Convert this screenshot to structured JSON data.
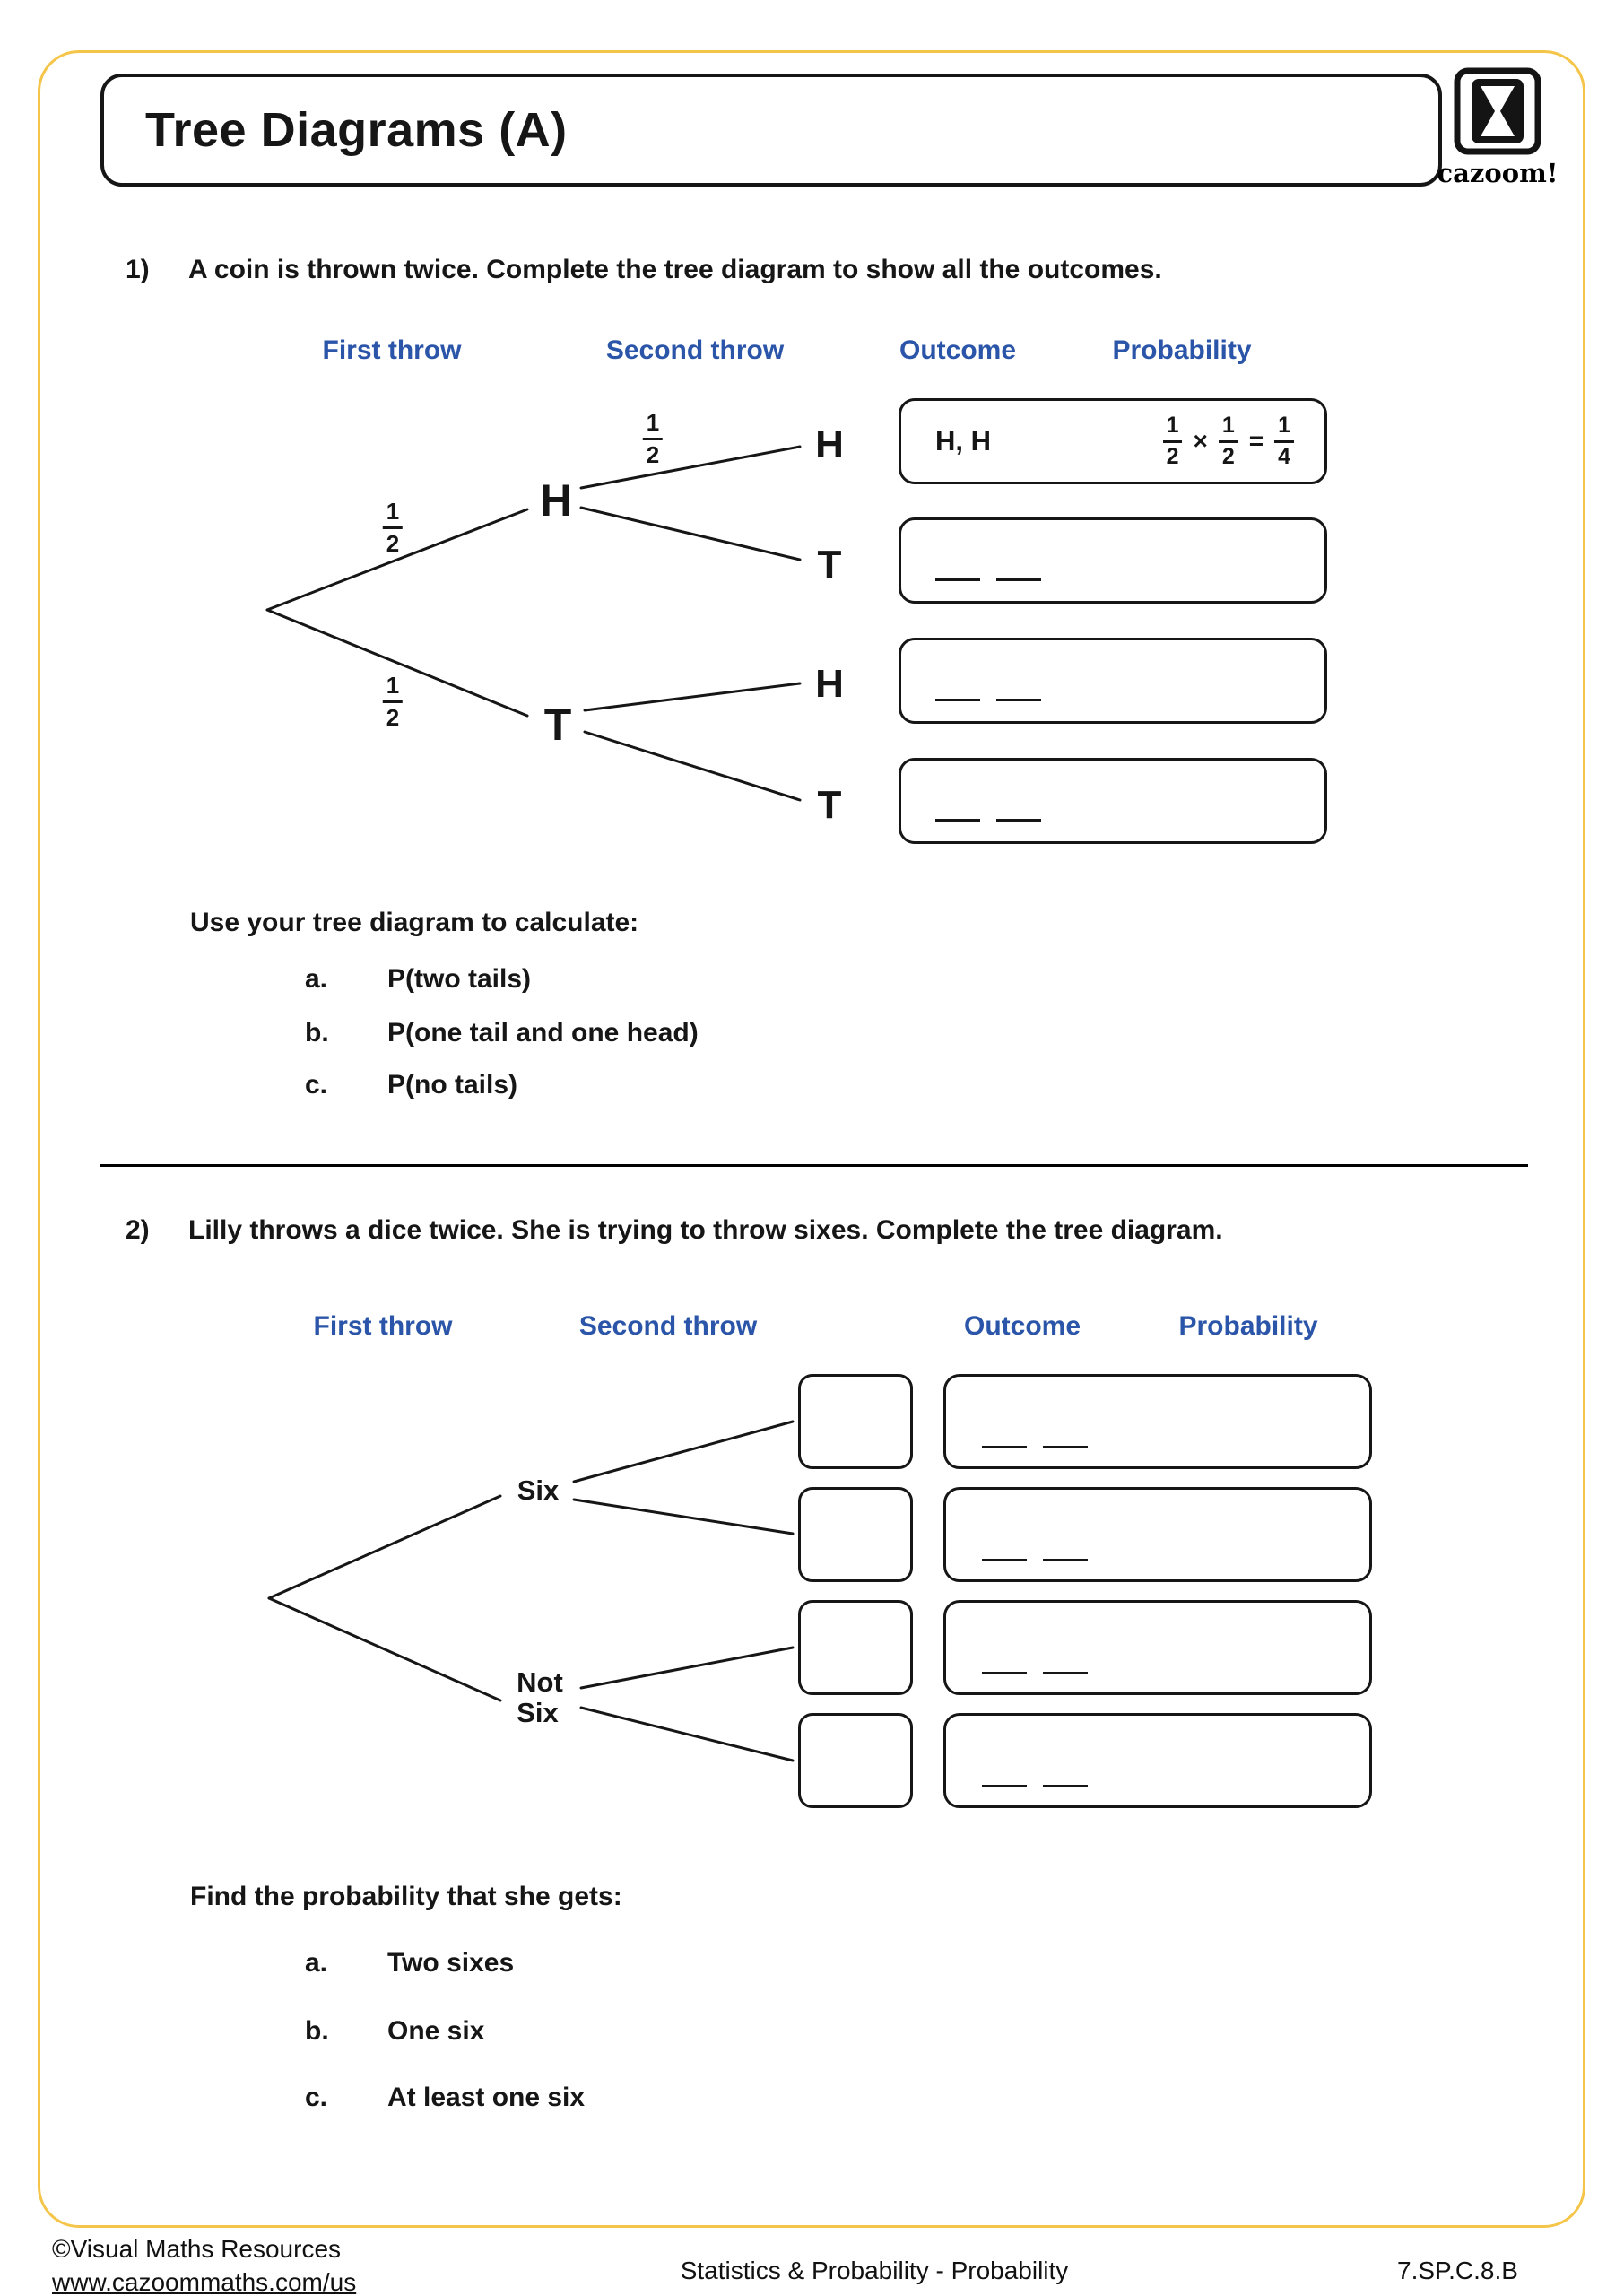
{
  "header": {
    "title": "Tree Diagrams (A)",
    "logo_text": "cazoom!"
  },
  "q1": {
    "number": "1)",
    "question": "A coin is thrown twice. Complete the tree diagram to show all the outcomes.",
    "col_headers": [
      "First throw",
      "Second throw",
      "Outcome",
      "Probability"
    ],
    "tree": {
      "first_top": "H",
      "first_bottom": "T",
      "frac_first_top": {
        "num": "1",
        "den": "2"
      },
      "frac_first_bottom": {
        "num": "1",
        "den": "2"
      },
      "frac_second_top": {
        "num": "1",
        "den": "2"
      },
      "leaves": [
        "H",
        "T",
        "H",
        "T"
      ]
    },
    "outcome_box1": {
      "outcome": "H, H",
      "prob": {
        "f1": {
          "num": "1",
          "den": "2"
        },
        "times": "×",
        "f2": {
          "num": "1",
          "den": "2"
        },
        "equals": "=",
        "result": {
          "num": "1",
          "den": "4"
        }
      }
    },
    "calculate_heading": "Use your tree diagram to calculate:",
    "items": [
      {
        "letter": "a.",
        "text": "P(two tails)"
      },
      {
        "letter": "b.",
        "text": "P(one tail and one head)"
      },
      {
        "letter": "c.",
        "text": "P(no tails)"
      }
    ]
  },
  "q2": {
    "number": "2)",
    "question": "Lilly throws a dice twice. She is trying to throw sixes. Complete the tree diagram.",
    "col_headers": [
      "First throw",
      "Second throw",
      "Outcome",
      "Probability"
    ],
    "tree": {
      "top_label": "Six",
      "bottom_label_line1": "Not",
      "bottom_label_line2": "Six"
    },
    "find_heading": "Find the probability that she gets:",
    "items": [
      {
        "letter": "a.",
        "text": "Two sixes"
      },
      {
        "letter": "b.",
        "text": "One six"
      },
      {
        "letter": "c.",
        "text": "At least one six"
      }
    ]
  },
  "footer": {
    "copyright": "©Visual Maths Resources",
    "url": "www.cazoommaths.com/us",
    "center_text": "Statistics & Probability - Probability",
    "code": "7.SP.C.8.B"
  },
  "colors": {
    "header_blue": "#2b55a8",
    "frame_yellow": "#f5c54a"
  }
}
